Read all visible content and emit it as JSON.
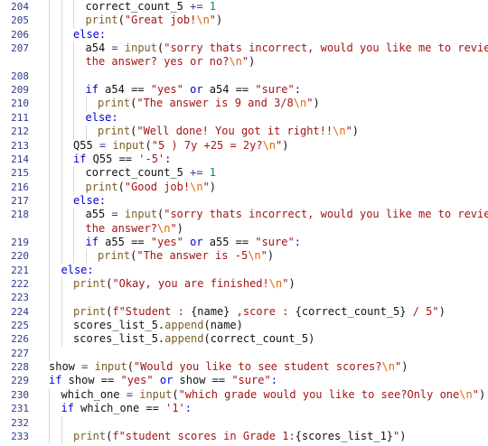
{
  "editor": {
    "language": "python",
    "lines": [
      {
        "n": "204",
        "indent": 3,
        "tokens": [
          [
            "id",
            "correct_count_5 "
          ],
          [
            "op",
            "+="
          ],
          [
            "id",
            " "
          ],
          [
            "num",
            "1"
          ]
        ]
      },
      {
        "n": "205",
        "indent": 3,
        "tokens": [
          [
            "fn",
            "print"
          ],
          [
            "id",
            "("
          ],
          [
            "str",
            "\"Great job!"
          ],
          [
            "esc",
            "\\n"
          ],
          [
            "str",
            "\""
          ],
          [
            "id",
            ")"
          ]
        ]
      },
      {
        "n": "206",
        "indent": 2,
        "tokens": [
          [
            "kw",
            "else"
          ],
          [
            "kw",
            ":"
          ]
        ]
      },
      {
        "n": "207",
        "indent": 3,
        "tokens": [
          [
            "id",
            "a54 "
          ],
          [
            "op",
            "="
          ],
          [
            "id",
            " "
          ],
          [
            "fn",
            "input"
          ],
          [
            "id",
            "("
          ],
          [
            "str",
            "\"sorry thats incorrect, would you like me to review"
          ]
        ]
      },
      {
        "n": "",
        "indent": 3,
        "tokens": [
          [
            "str",
            "the answer? yes or no?"
          ],
          [
            "esc",
            "\\n"
          ],
          [
            "str",
            "\""
          ],
          [
            "id",
            ")"
          ]
        ]
      },
      {
        "n": "208",
        "indent": 3,
        "tokens": []
      },
      {
        "n": "209",
        "indent": 3,
        "tokens": [
          [
            "kw",
            "if"
          ],
          [
            "id",
            " a54 == "
          ],
          [
            "str",
            "\"yes\""
          ],
          [
            "id",
            " "
          ],
          [
            "kw",
            "or"
          ],
          [
            "id",
            " a54 == "
          ],
          [
            "str",
            "\"sure\""
          ],
          [
            "kw",
            ":"
          ]
        ]
      },
      {
        "n": "210",
        "indent": 4,
        "tokens": [
          [
            "fn",
            "print"
          ],
          [
            "id",
            "("
          ],
          [
            "str",
            "\"The answer is 9 and 3/8"
          ],
          [
            "esc",
            "\\n"
          ],
          [
            "str",
            "\""
          ],
          [
            "id",
            ")"
          ]
        ]
      },
      {
        "n": "211",
        "indent": 3,
        "tokens": [
          [
            "kw",
            "else"
          ],
          [
            "kw",
            ":"
          ]
        ]
      },
      {
        "n": "212",
        "indent": 4,
        "tokens": [
          [
            "fn",
            "print"
          ],
          [
            "id",
            "("
          ],
          [
            "str",
            "\"Well done! You got it right!!"
          ],
          [
            "esc",
            "\\n"
          ],
          [
            "str",
            "\""
          ],
          [
            "id",
            ")"
          ]
        ]
      },
      {
        "n": "213",
        "indent": 2,
        "tokens": [
          [
            "id",
            "Q55 "
          ],
          [
            "op",
            "="
          ],
          [
            "id",
            " "
          ],
          [
            "fn",
            "input"
          ],
          [
            "id",
            "("
          ],
          [
            "str",
            "\"5 ) 7y +25 = 2y?"
          ],
          [
            "esc",
            "\\n"
          ],
          [
            "str",
            "\""
          ],
          [
            "id",
            ")"
          ]
        ]
      },
      {
        "n": "214",
        "indent": 2,
        "tokens": [
          [
            "kw",
            "if"
          ],
          [
            "id",
            " Q55 == "
          ],
          [
            "str",
            "'-5'"
          ],
          [
            "kw",
            ":"
          ]
        ]
      },
      {
        "n": "215",
        "indent": 3,
        "tokens": [
          [
            "id",
            "correct_count_5 "
          ],
          [
            "op",
            "+="
          ],
          [
            "id",
            " "
          ],
          [
            "num",
            "1"
          ]
        ]
      },
      {
        "n": "216",
        "indent": 3,
        "tokens": [
          [
            "fn",
            "print"
          ],
          [
            "id",
            "("
          ],
          [
            "str",
            "\"Good job!"
          ],
          [
            "esc",
            "\\n"
          ],
          [
            "str",
            "\""
          ],
          [
            "id",
            ")"
          ]
        ]
      },
      {
        "n": "217",
        "indent": 2,
        "tokens": [
          [
            "kw",
            "else"
          ],
          [
            "kw",
            ":"
          ]
        ]
      },
      {
        "n": "218",
        "indent": 3,
        "tokens": [
          [
            "id",
            "a55 "
          ],
          [
            "op",
            "="
          ],
          [
            "id",
            " "
          ],
          [
            "fn",
            "input"
          ],
          [
            "id",
            "("
          ],
          [
            "str",
            "\"sorry thats incorrect, would you like me to review"
          ]
        ]
      },
      {
        "n": "",
        "indent": 3,
        "tokens": [
          [
            "str",
            "the answer?"
          ],
          [
            "esc",
            "\\n"
          ],
          [
            "str",
            "\""
          ],
          [
            "id",
            ")"
          ]
        ]
      },
      {
        "n": "219",
        "indent": 3,
        "tokens": [
          [
            "kw",
            "if"
          ],
          [
            "id",
            " a55 == "
          ],
          [
            "str",
            "\"yes\""
          ],
          [
            "id",
            " "
          ],
          [
            "kw",
            "or"
          ],
          [
            "id",
            " a55 == "
          ],
          [
            "str",
            "\"sure\""
          ],
          [
            "kw",
            ":"
          ]
        ]
      },
      {
        "n": "220",
        "indent": 4,
        "tokens": [
          [
            "fn",
            "print"
          ],
          [
            "id",
            "("
          ],
          [
            "str",
            "\"The answer is -5"
          ],
          [
            "esc",
            "\\n"
          ],
          [
            "str",
            "\""
          ],
          [
            "id",
            ")"
          ]
        ]
      },
      {
        "n": "221",
        "indent": 1,
        "tokens": [
          [
            "kw",
            "else"
          ],
          [
            "kw",
            ":"
          ]
        ]
      },
      {
        "n": "222",
        "indent": 2,
        "tokens": [
          [
            "fn",
            "print"
          ],
          [
            "id",
            "("
          ],
          [
            "str",
            "\"Okay, you are finished!"
          ],
          [
            "esc",
            "\\n"
          ],
          [
            "str",
            "\""
          ],
          [
            "id",
            ")"
          ]
        ]
      },
      {
        "n": "223",
        "indent": 2,
        "tokens": []
      },
      {
        "n": "224",
        "indent": 2,
        "tokens": [
          [
            "fn",
            "print"
          ],
          [
            "id",
            "("
          ],
          [
            "str",
            "f\"Student : "
          ],
          [
            "id",
            "{name}"
          ],
          [
            "str",
            " ,score : "
          ],
          [
            "id",
            "{correct_count_5}"
          ],
          [
            "str",
            " / 5\""
          ],
          [
            "id",
            ")"
          ]
        ]
      },
      {
        "n": "225",
        "indent": 2,
        "tokens": [
          [
            "id",
            "scores_list_5."
          ],
          [
            "fn",
            "append"
          ],
          [
            "id",
            "(name)"
          ]
        ]
      },
      {
        "n": "226",
        "indent": 2,
        "tokens": [
          [
            "id",
            "scores_list_5."
          ],
          [
            "fn",
            "append"
          ],
          [
            "id",
            "(correct_count_5)"
          ]
        ]
      },
      {
        "n": "227",
        "indent": 1,
        "tokens": []
      },
      {
        "n": "228",
        "indent": 0,
        "tokens": [
          [
            "id",
            "show "
          ],
          [
            "op",
            "="
          ],
          [
            "id",
            " "
          ],
          [
            "fn",
            "input"
          ],
          [
            "id",
            "("
          ],
          [
            "str",
            "\"Would you like to see student scores?"
          ],
          [
            "esc",
            "\\n"
          ],
          [
            "str",
            "\""
          ],
          [
            "id",
            ")"
          ]
        ]
      },
      {
        "n": "229",
        "indent": 0,
        "tokens": [
          [
            "kw",
            "if"
          ],
          [
            "id",
            " show == "
          ],
          [
            "str",
            "\"yes\""
          ],
          [
            "id",
            " "
          ],
          [
            "kw",
            "or"
          ],
          [
            "id",
            " show == "
          ],
          [
            "str",
            "\"sure\""
          ],
          [
            "kw",
            ":"
          ]
        ]
      },
      {
        "n": "230",
        "indent": 1,
        "tokens": [
          [
            "id",
            "which_one "
          ],
          [
            "op",
            "="
          ],
          [
            "id",
            " "
          ],
          [
            "fn",
            "input"
          ],
          [
            "id",
            "("
          ],
          [
            "str",
            "\"which grade would you like to see?Only one"
          ],
          [
            "esc",
            "\\n"
          ],
          [
            "str",
            "\""
          ],
          [
            "id",
            ")"
          ]
        ]
      },
      {
        "n": "231",
        "indent": 1,
        "tokens": [
          [
            "kw",
            "if"
          ],
          [
            "id",
            " which_one == "
          ],
          [
            "str",
            "'1'"
          ],
          [
            "kw",
            ":"
          ]
        ]
      },
      {
        "n": "232",
        "indent": 2,
        "tokens": []
      },
      {
        "n": "233",
        "indent": 2,
        "tokens": [
          [
            "fn",
            "print"
          ],
          [
            "id",
            "("
          ],
          [
            "str",
            "f\"student scores in Grade 1:"
          ],
          [
            "id",
            "{scores_list_1}"
          ],
          [
            "str",
            "\""
          ],
          [
            "id",
            ")"
          ]
        ]
      }
    ]
  }
}
